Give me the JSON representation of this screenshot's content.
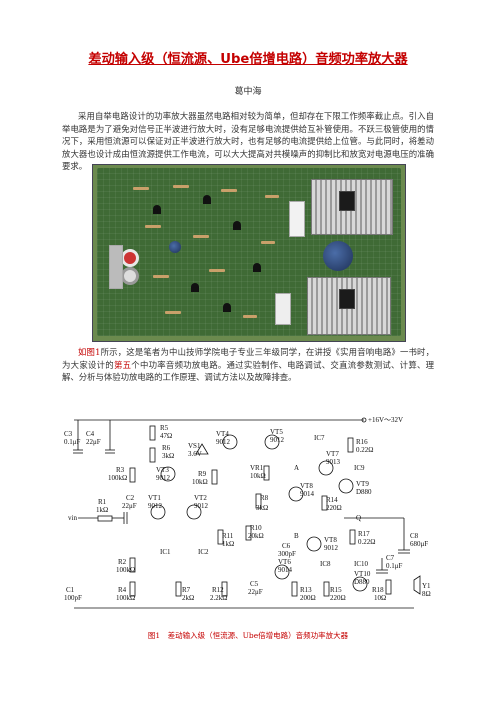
{
  "title": "差动输入级（恒流源、Ube倍增电路）音频功率放大器",
  "author": "葛中海",
  "intro": "采用自举电路设计的功率放大器虽然电路相对较为简单，但却存在下限工作频率截止点。引入自举电路是为了避免对信号正半波进行放大时，没有足够电流提供给互补管使用。不跃三极管使用的情况下，采用恒流源可以保证对正半波进行放大时，也有足够的电流提供给上位管。与此同时，将差动放大器也设计成由恒流源提供工作电流，可以大大提高对共模噪声的抑制比和放宽对电源电压的准确要求。",
  "para2": {
    "ref": "如图1",
    "text_a": "所示，这是笔者为中山技师学院电子专业三年级同学，在讲授《实用音响电路》一书时，为大家设计的",
    "chapter": "第五",
    "text_b": "个中功率音频功放电路。通过实验制作、电路调试、交直流参数测试、计算、理解、分析与体验功放电路的工作原理、调试方法以及故障排查。"
  },
  "figure_caption": "图1　差动输入级（恒流源、Ube倍增电路）音频功率放大器",
  "schematic_labels": {
    "supply": "+16V～32V",
    "c3": "C3",
    "c3v": "0.1μF",
    "c4": "C4",
    "c4v": "22μF",
    "r5": "R5",
    "r5v": "47Ω",
    "r6": "R6",
    "r6v": "3kΩ",
    "vs1": "VS1",
    "vs1v": "3.6V",
    "vt4": "VT4",
    "vt4v": "9012",
    "vt5": "VT5",
    "vt5v": "9012",
    "ic7": "IC7",
    "r16": "R16",
    "r16v": "0.22Ω",
    "r3": "R3",
    "r3v": "100kΩ",
    "vt3": "VT3",
    "vt3v": "9012",
    "r9": "R9",
    "r9v": "10kΩ",
    "rp1": "VR1",
    "rp1v": "10kΩ",
    "a": "A",
    "vt7": "VT7",
    "vt7v": "9013",
    "ic9": "IC9",
    "vt9": "VT9",
    "vt9v": "D880",
    "r1": "R1",
    "r1v": "1kΩ",
    "c2": "C2",
    "c2v": "22μF",
    "vt1": "VT1",
    "vt1v": "9012",
    "vt2": "VT2",
    "vt2v": "9012",
    "r8": "R8",
    "r8v": "3kΩ",
    "vt8": "VT8",
    "vt8v": "9014",
    "r14": "R14",
    "r14v": "220Ω",
    "q": "Q",
    "vin": "vin",
    "r11": "R11",
    "r11v": "1kΩ",
    "r10": "R10",
    "r10v": "20kΩ",
    "b": "B",
    "ic1": "IC1",
    "ic2": "IC2",
    "c6": "C6",
    "c6v": "300pF",
    "vt8b": "VT8",
    "vt8bv": "9012",
    "r17": "R17",
    "r17v": "0.22Ω",
    "c8": "C8",
    "c8v": "680μF",
    "r2": "R2",
    "r2v": "100kΩ",
    "vt6": "VT6",
    "vt6v": "9014",
    "ic8": "IC8",
    "ic10": "IC10",
    "c7": "C7",
    "c7v": "0.1μF",
    "c1": "C1",
    "c1v": "100pF",
    "r4": "R4",
    "r4v": "100kΩ",
    "r7": "R7",
    "r7v": "2kΩ",
    "r12": "R12",
    "r12v": "2.2kΩ",
    "c5": "C5",
    "c5v": "22μF",
    "r13": "R13",
    "r13v": "200Ω",
    "r15": "R15",
    "r15v": "220Ω",
    "vt10": "VT10",
    "vt10v": "D880",
    "r18": "R18",
    "r18v": "10Ω",
    "y1": "Y1",
    "y1v": "8Ω"
  }
}
